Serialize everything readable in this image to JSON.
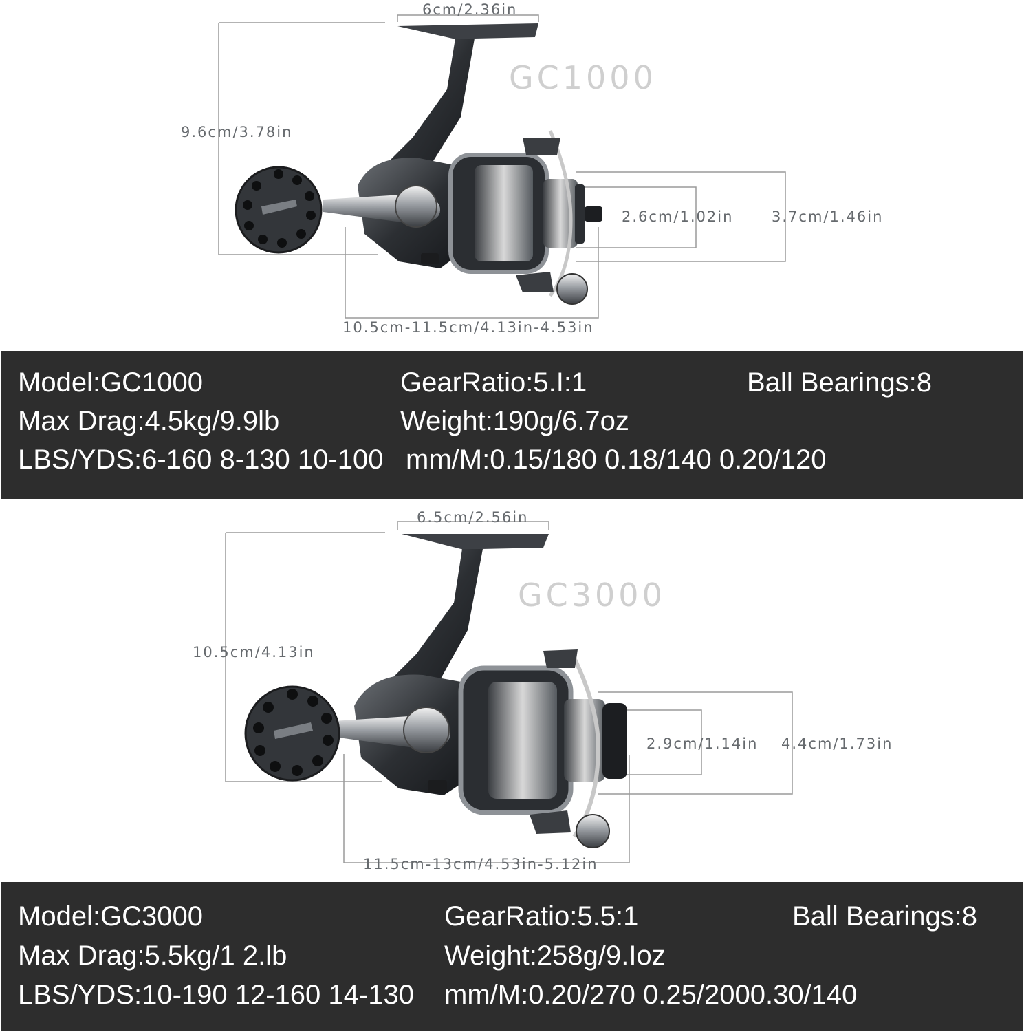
{
  "reels": [
    {
      "model_label": "GC1000",
      "dimensions": {
        "top_width": "6cm/2.36in",
        "height": "9.6cm/3.78in",
        "spool_inner": "2.6cm/1.02in",
        "spool_outer": "3.7cm/1.46in",
        "length": "10.5cm-11.5cm/4.13in-4.53in"
      },
      "specs": {
        "model": "Model:GC1000",
        "gear_ratio": "GearRatio:5.I:1",
        "ball_bearings": "Ball Bearings:8",
        "max_drag": "Max Drag:4.5kg/9.9lb",
        "weight": "Weight:190g/6.7oz",
        "lbs_yds": "LBS/YDS:6-160 8-130 10-100",
        "mm_m": "mm/M:0.15/180 0.18/140 0.20/120"
      }
    },
    {
      "model_label": "GC3000",
      "dimensions": {
        "top_width": "6.5cm/2.56in",
        "height": "10.5cm/4.13in",
        "spool_inner": "2.9cm/1.14in",
        "spool_outer": "4.4cm/1.73in",
        "length": "11.5cm-13cm/4.53in-5.12in"
      },
      "specs": {
        "model": "Model:GC3000",
        "gear_ratio": "GearRatio:5.5:1",
        "ball_bearings": "Ball Bearings:8",
        "max_drag": "Max Drag:5.5kg/1 2.lb",
        "weight": "Weight:258g/9.Ioz",
        "lbs_yds": "LBS/YDS:10-190 12-160 14-130",
        "mm_m": "mm/M:0.20/270 0.25/2000.30/140"
      }
    }
  ],
  "colors": {
    "panel_bg": "#2d2d2d",
    "panel_text": "#ffffff",
    "dimension_text": "#666a6e",
    "model_label": "#cfcfcf"
  }
}
